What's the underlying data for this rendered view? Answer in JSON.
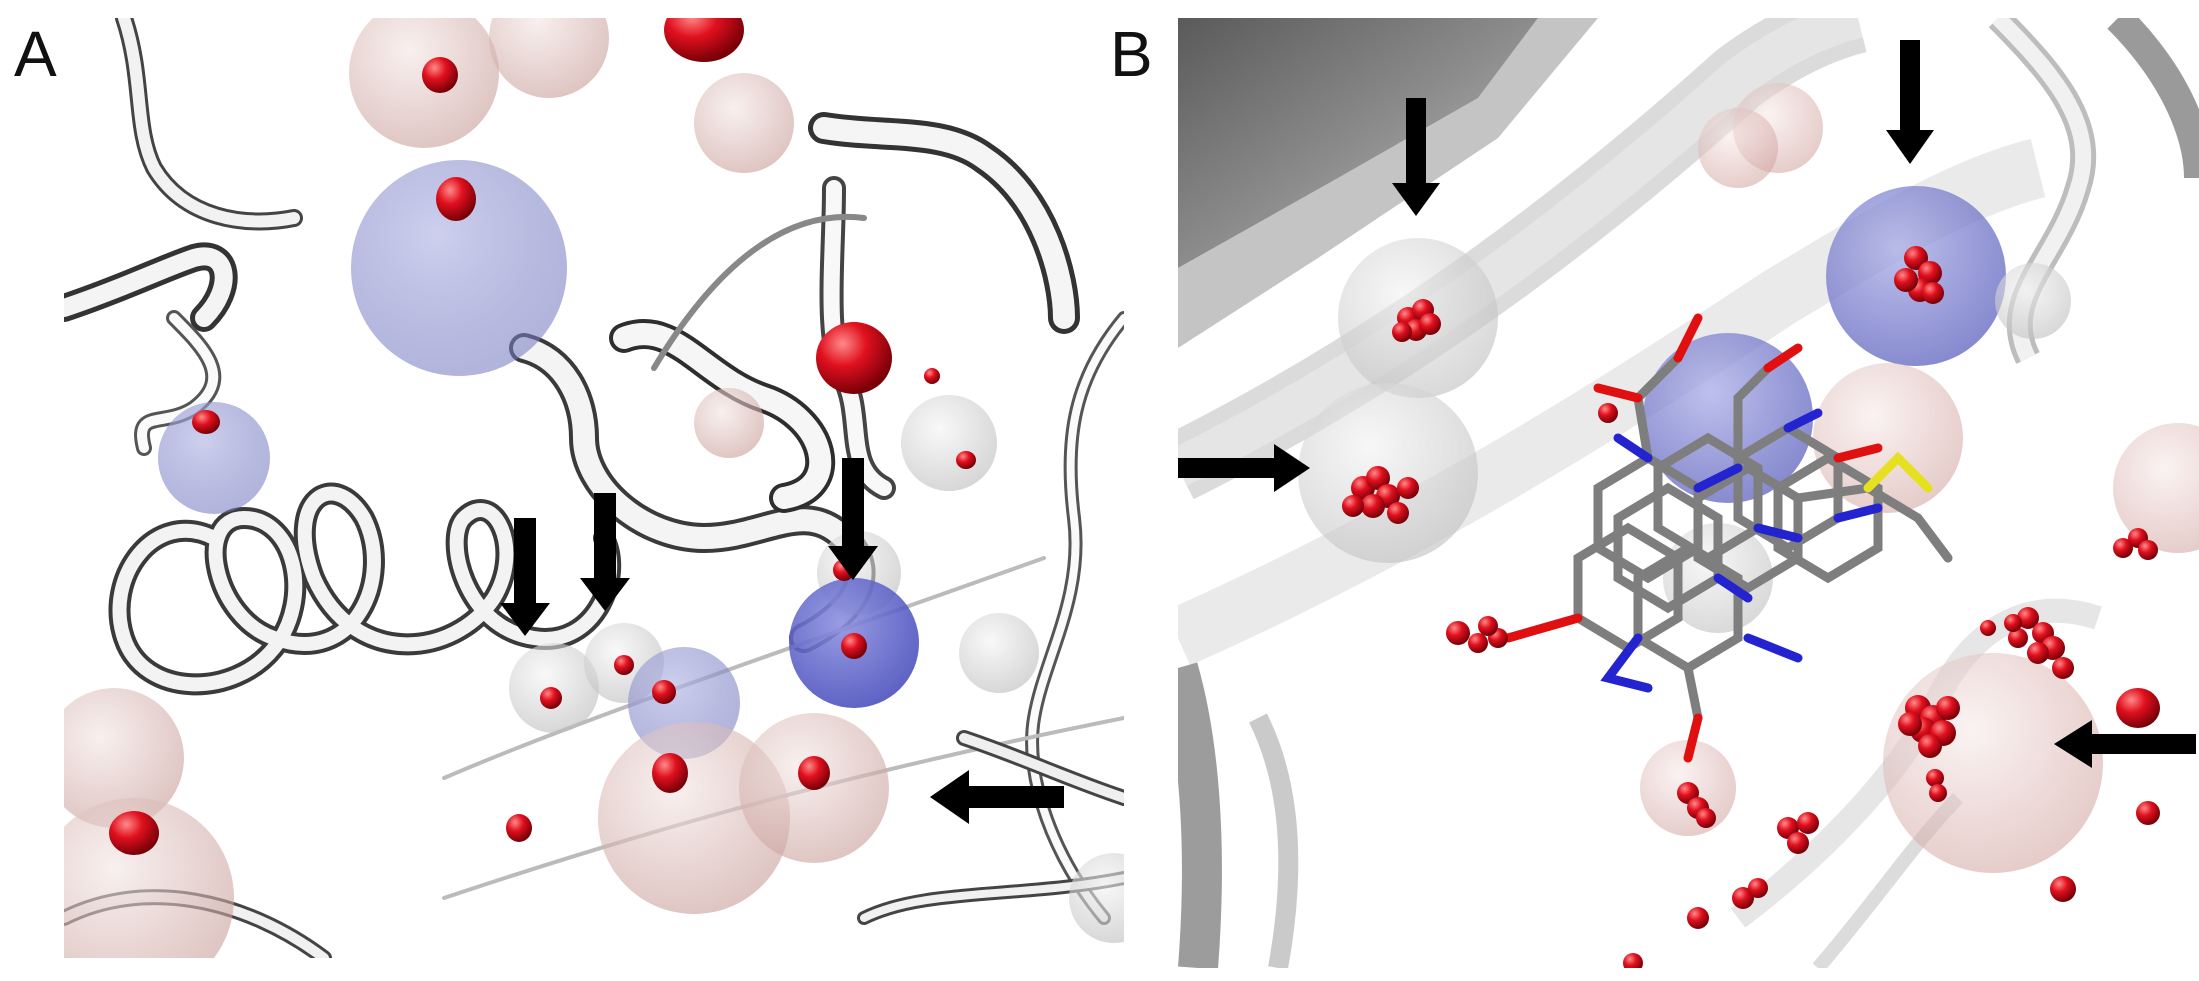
{
  "figure": {
    "panels": [
      {
        "id": "A",
        "label": "A"
      },
      {
        "id": "B",
        "label": "B"
      }
    ],
    "colors": {
      "background": "#ffffff",
      "ribbon": "#e6e6e6",
      "ribbon_dark": "#6e6e6e",
      "water_oxygen": "#d90f1e",
      "sphere_blue": "#7b7fc4",
      "sphere_pink": "#d7a9a4",
      "sphere_grey": "#c9c9c9",
      "ligand_carbon": "#808080",
      "ligand_nitrogen": "#2323d0",
      "ligand_oxygen": "#e01010",
      "ligand_sulfur": "#e6e020",
      "arrow": "#000000"
    },
    "arrows": {
      "panel_A": [
        "down",
        "down",
        "down",
        "left"
      ],
      "panel_B": [
        "down",
        "down",
        "right",
        "left"
      ]
    }
  }
}
